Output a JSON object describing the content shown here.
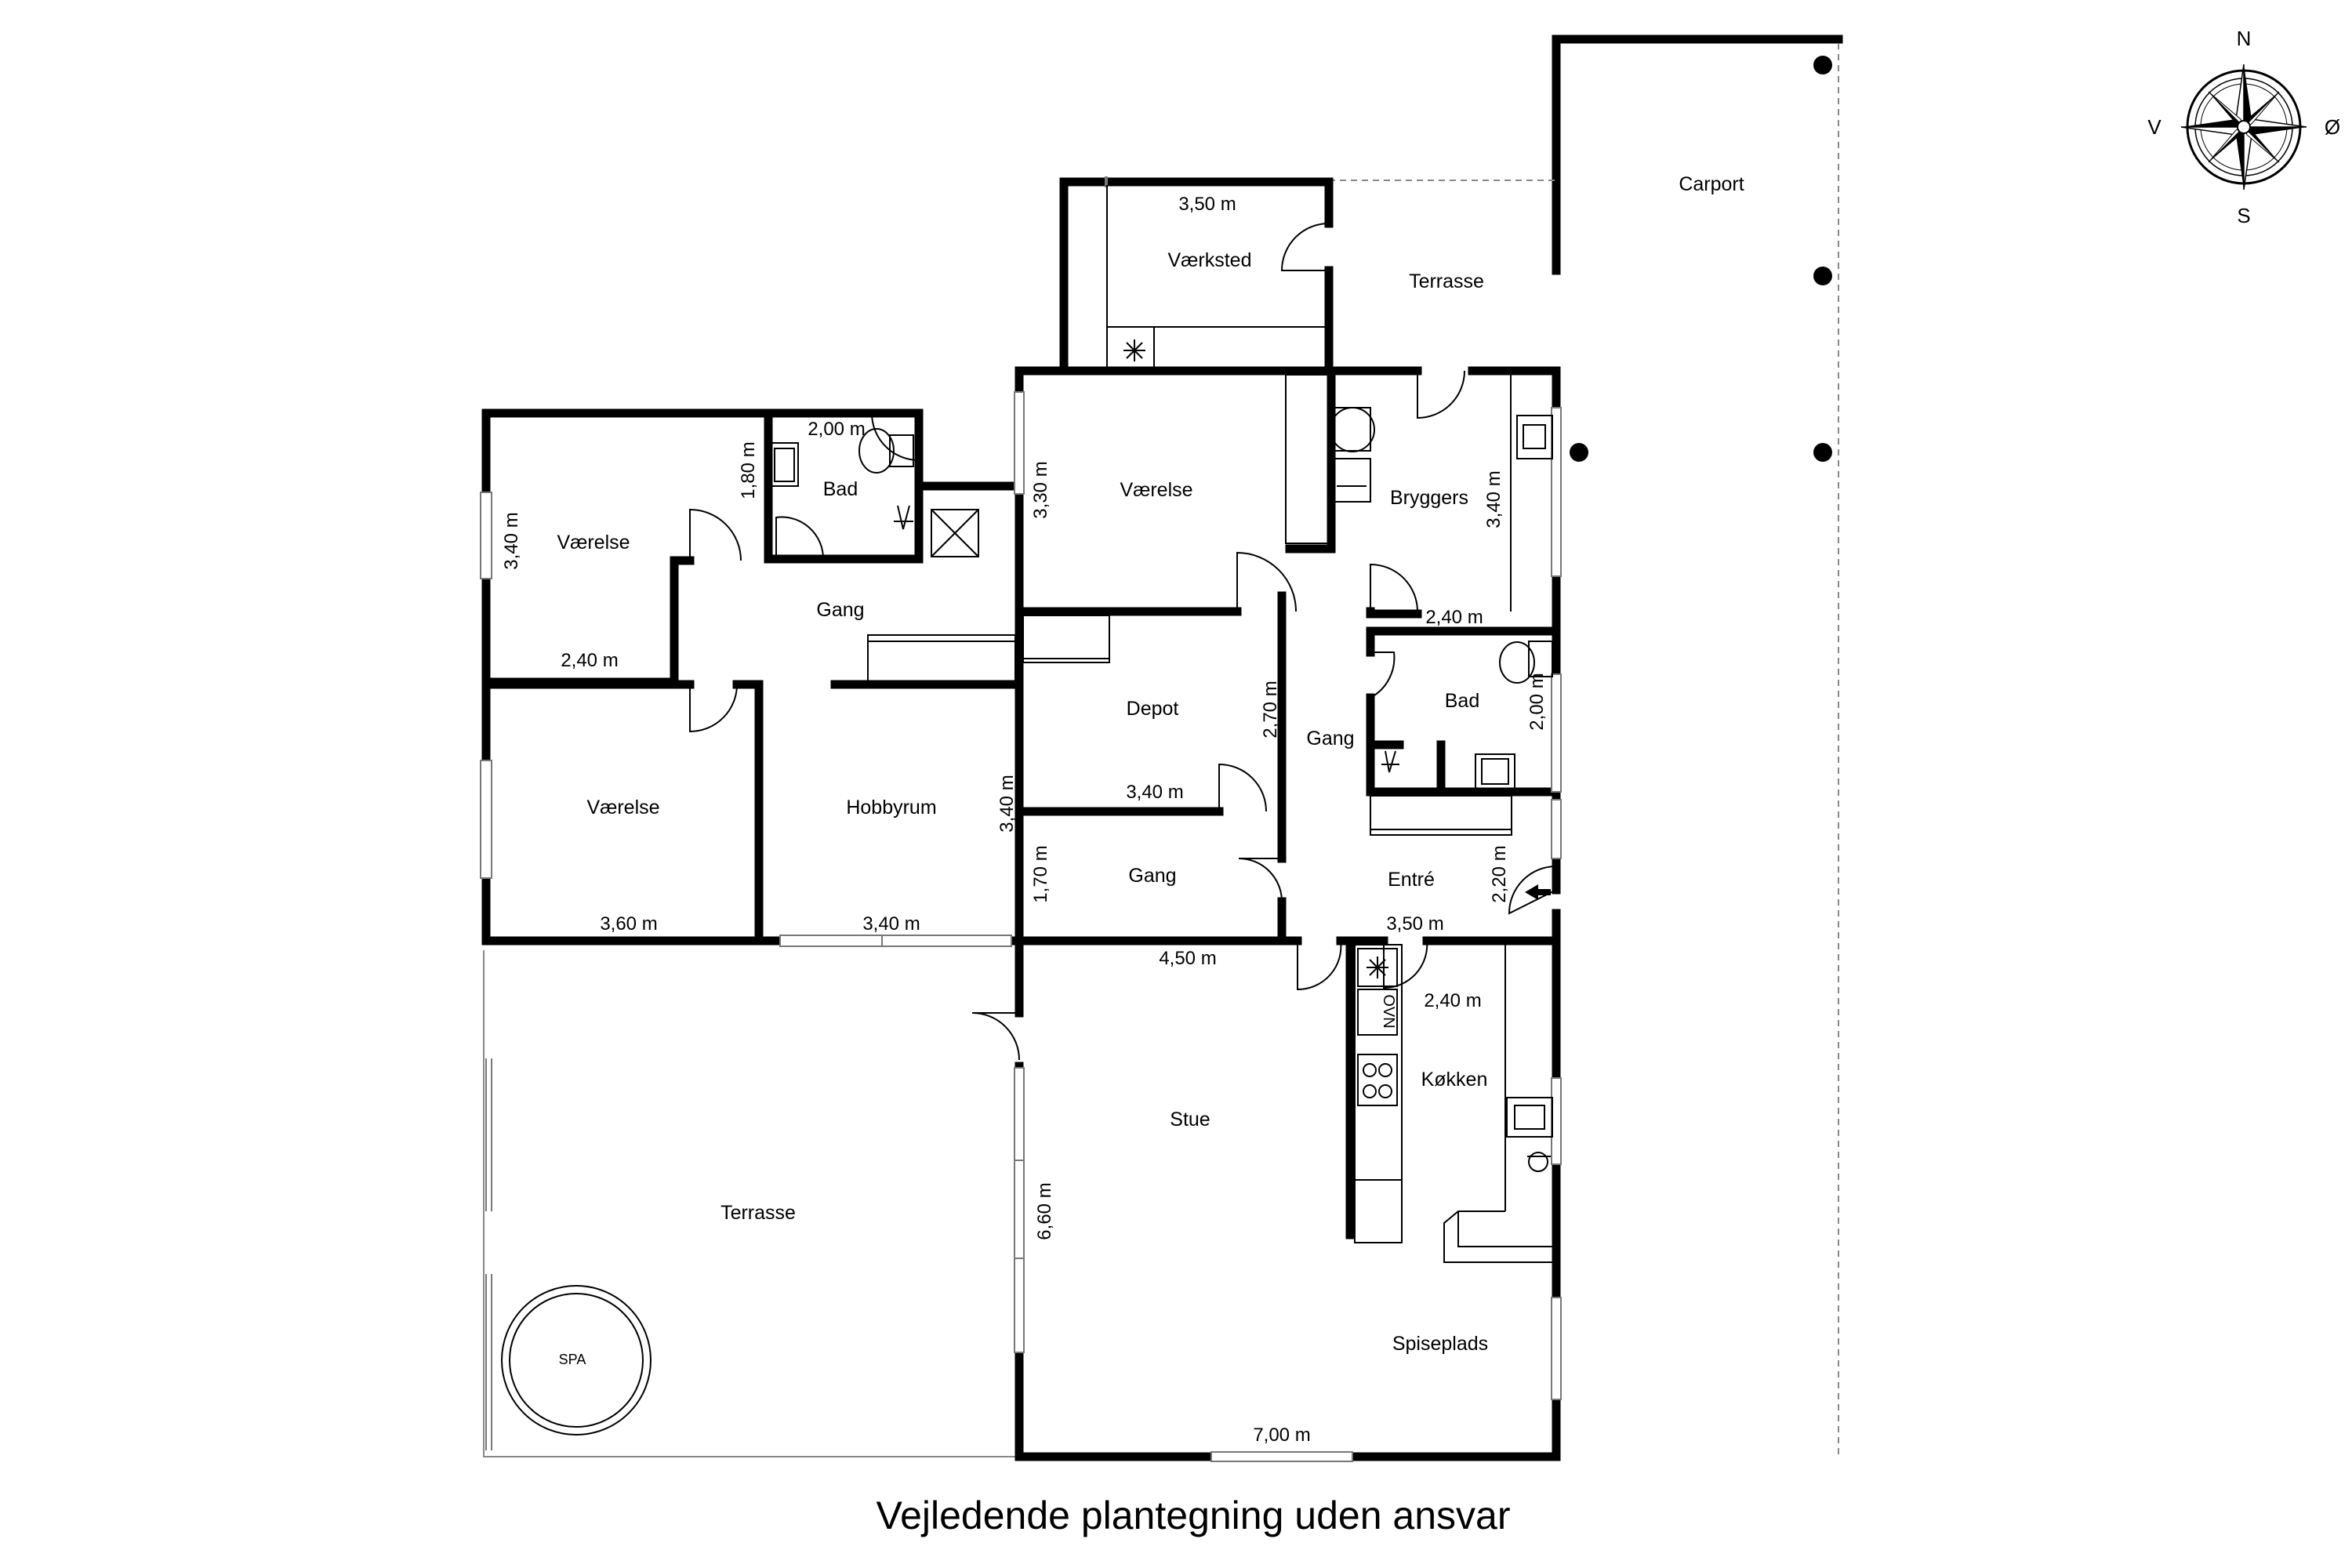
{
  "caption": "Vejledende plantegning uden ansvar",
  "compass": {
    "n": "N",
    "s": "S",
    "e": "Ø",
    "w": "V"
  },
  "rooms": {
    "carport": "Carport",
    "terrasse_top": "Terrasse",
    "vaerksted": "Værksted",
    "vaerelse_tl": "Værelse",
    "bad_top": "Bad",
    "gang_left": "Gang",
    "vaerelse_mid": "Værelse",
    "bryggers": "Bryggers",
    "depot": "Depot",
    "bad_right": "Bad",
    "gang_right": "Gang",
    "vaerelse_bl": "Værelse",
    "hobbyrum": "Hobbyrum",
    "gang_small": "Gang",
    "entre": "Entré",
    "koekken": "Køkken",
    "stue": "Stue",
    "terrasse_big": "Terrasse",
    "spa": "SPA",
    "spiseplads": "Spiseplads"
  },
  "fixtures": {
    "ovn": "OVN"
  },
  "dimensions": {
    "vaerksted_w": "3,50 m",
    "bad_top_w": "2,00 m",
    "bad_top_h": "1,80 m",
    "vaerelse_tl_h": "3,40 m",
    "vaerelse_tl_w": "2,40 m",
    "vaerelse_mid_h": "3,30 m",
    "bryggers_h": "3,40 m",
    "bryggers_w": "2,40 m",
    "bad_right_h": "2,00 m",
    "depot_h": "2,70 m",
    "depot_w": "3,40 m",
    "hobby_h": "3,40 m",
    "gang_small_h": "1,70 m",
    "entre_h": "2,20 m",
    "entre_w": "3,50 m",
    "vaerelse_bl_w": "3,60 m",
    "hobby_w": "3,40 m",
    "stue_top_w": "4,50 m",
    "koekken_w": "2,40 m",
    "stue_h": "6,60 m",
    "stue_bottom_w": "7,00 m"
  }
}
